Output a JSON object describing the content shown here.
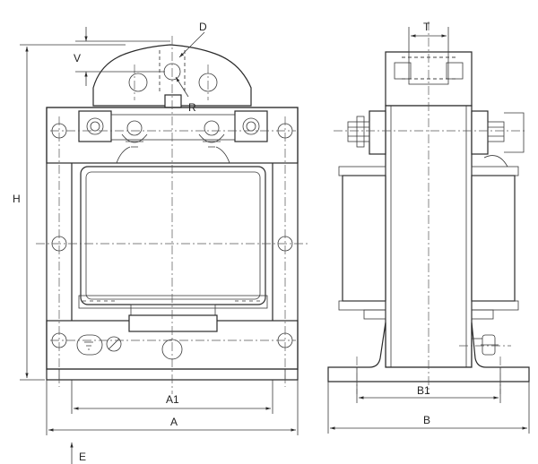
{
  "labels": {
    "d": "D",
    "v": "V",
    "r": "R",
    "h": "H",
    "t": "T",
    "a1": "A1",
    "a": "A",
    "b1": "B1",
    "b": "B",
    "e": "E"
  }
}
